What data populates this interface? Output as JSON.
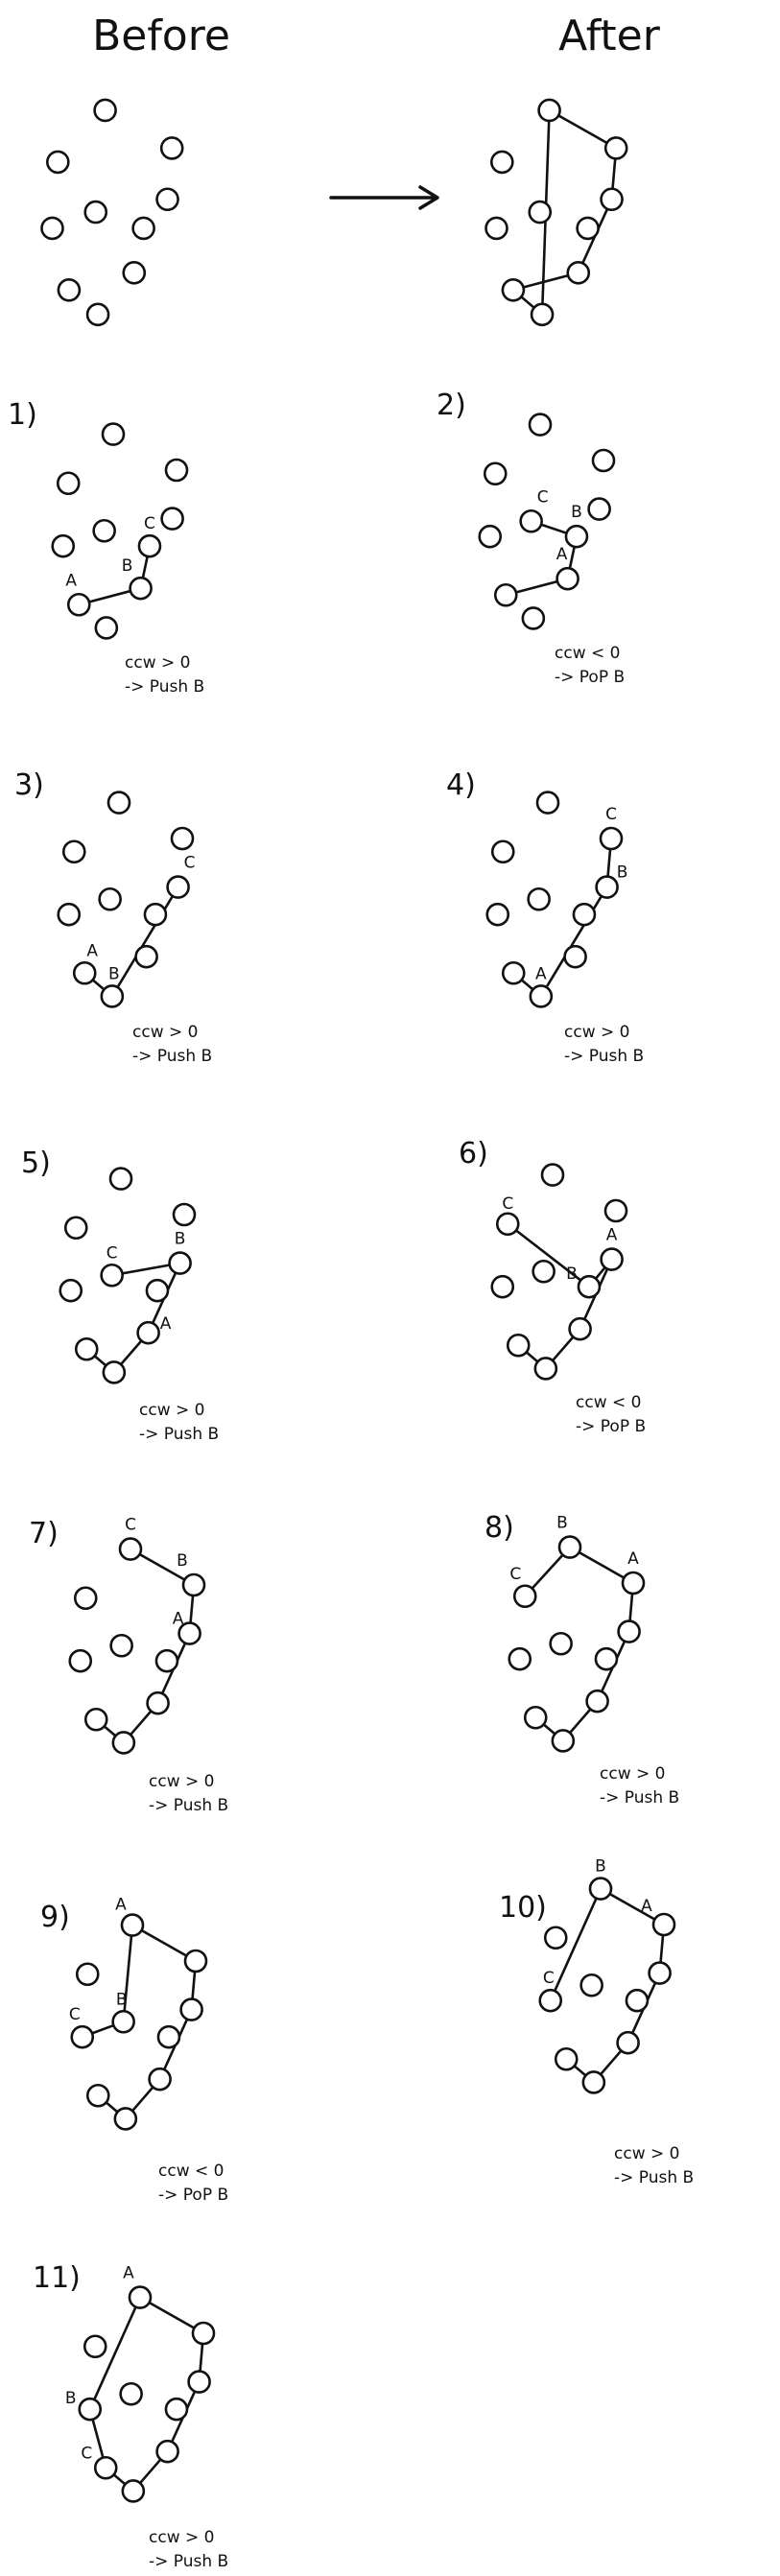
{
  "header": {
    "before_title": "Before",
    "after_title": "After"
  },
  "labels": {
    "a": "A",
    "b": "B",
    "c": "C"
  },
  "steps": [
    {
      "number": "1)",
      "ccw": "ccw > 0",
      "action": "-> Push B"
    },
    {
      "number": "2)",
      "ccw": "ccw < 0",
      "action": "-> PoP B"
    },
    {
      "number": "3)",
      "ccw": "ccw > 0",
      "action": "-> Push B"
    },
    {
      "number": "4)",
      "ccw": "ccw > 0",
      "action": "-> Push B"
    },
    {
      "number": "5)",
      "ccw": "ccw > 0",
      "action": "-> Push B"
    },
    {
      "number": "6)",
      "ccw": "ccw < 0",
      "action": "-> PoP B"
    },
    {
      "number": "7)",
      "ccw": "ccw > 0",
      "action": "-> Push B"
    },
    {
      "number": "8)",
      "ccw": "ccw > 0",
      "action": "-> Push B"
    },
    {
      "number": "9)",
      "ccw": "ccw < 0",
      "action": "-> PoP B"
    },
    {
      "number": "10)",
      "ccw": "ccw > 0",
      "action": "-> Push B"
    },
    {
      "number": "11)",
      "ccw": "ccw > 0",
      "action": "-> Push B"
    }
  ]
}
